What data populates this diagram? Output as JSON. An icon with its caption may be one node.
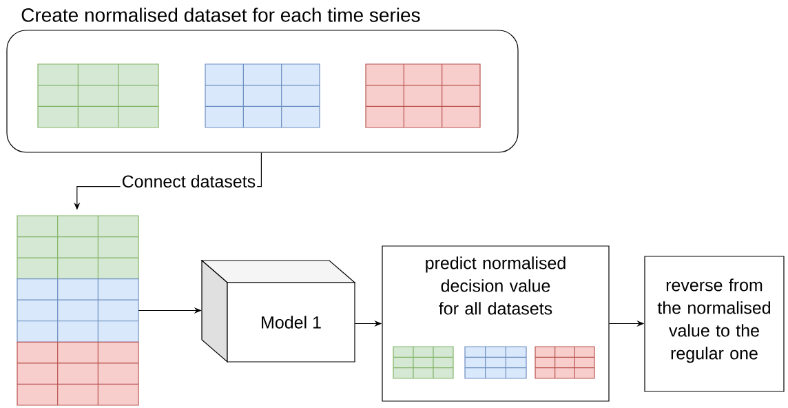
{
  "diagram": {
    "nodes": [
      {
        "text": [
          "Create normalised dataset for each time series"
        ]
      },
      {
        "text": [],
        "shape": "table",
        "in": 0
      },
      {
        "text": [],
        "shape": "table",
        "in": 0
      },
      {
        "text": [],
        "shape": "table",
        "in": 0
      },
      {
        "text": [],
        "shape": "table"
      },
      {
        "text": [
          "Model 1"
        ]
      },
      {
        "text": [
          "predict normalised decision value for all datasets"
        ]
      },
      {
        "text": [],
        "shape": "table",
        "in": 6
      },
      {
        "text": [],
        "shape": "table",
        "in": 6
      },
      {
        "text": [],
        "shape": "table",
        "in": 6
      },
      {
        "text": [
          "reverse from the normalised value to the regular one"
        ]
      }
    ],
    "edges": [
      {
        "from": 0,
        "to": 4,
        "arrow": "to",
        "label": "Connect datasets"
      },
      {
        "from": 4,
        "to": 5,
        "arrow": "to"
      },
      {
        "from": 5,
        "to": 6,
        "arrow": "to"
      },
      {
        "from": 6,
        "to": 10,
        "arrow": "to"
      }
    ]
  }
}
